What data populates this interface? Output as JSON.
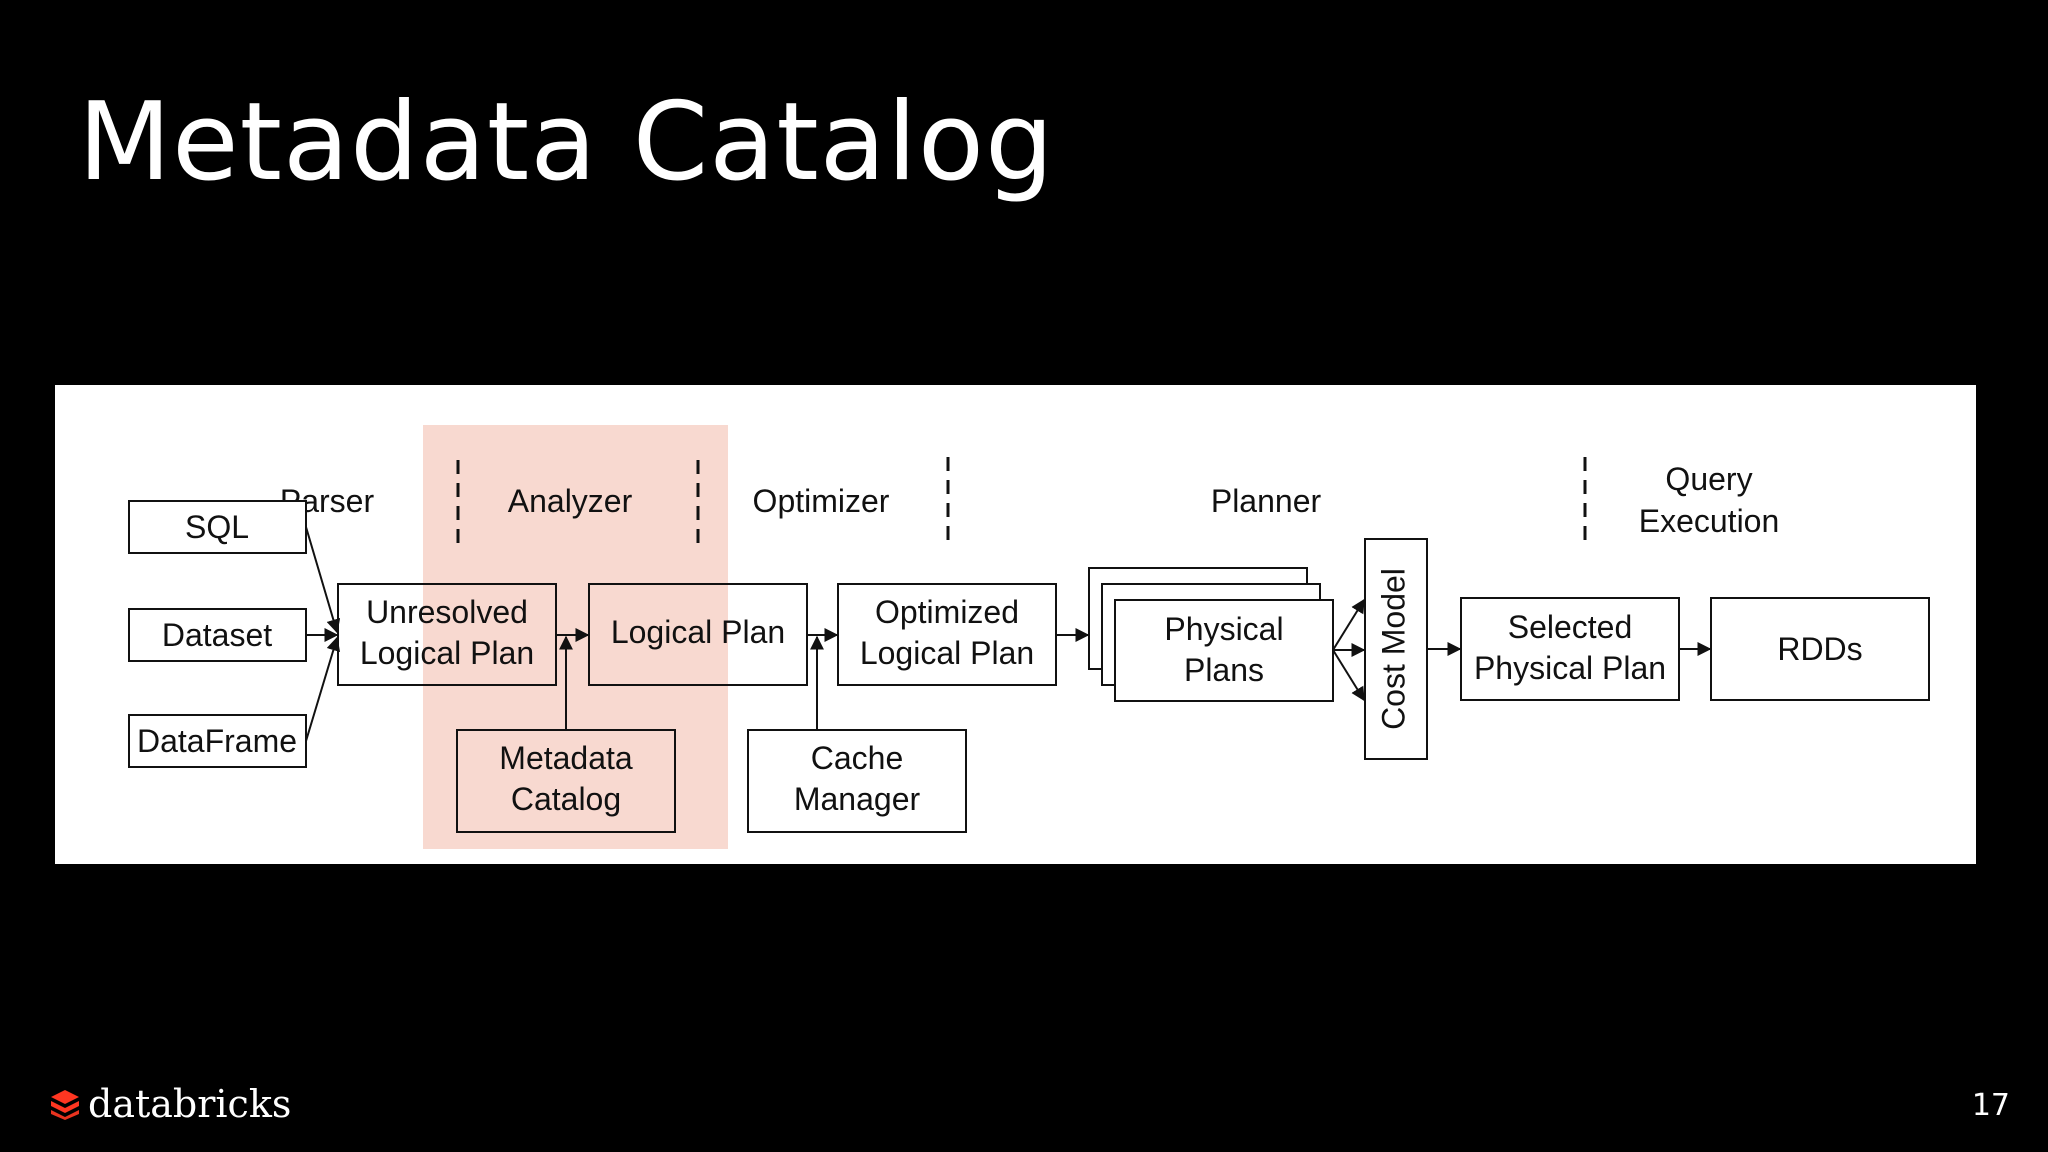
{
  "slide": {
    "title": "Metadata Catalog",
    "page_number": "17"
  },
  "brand": {
    "name": "databricks"
  },
  "diagram": {
    "inputs": [
      "SQL",
      "Dataset",
      "DataFrame"
    ],
    "phases": {
      "parser": "Parser",
      "analyzer": "Analyzer",
      "optimizer": "Optimizer",
      "planner": "Planner",
      "query_line1": "Query",
      "query_line2": "Execution"
    },
    "nodes": {
      "unresolved_line1": "Unresolved",
      "unresolved_line2": "Logical Plan",
      "logical_plan": "Logical Plan",
      "optimized_line1": "Optimized",
      "optimized_line2": "Logical Plan",
      "physical_line1": "Physical",
      "physical_line2": "Plans",
      "cost_model": "Cost Model",
      "selected_line1": "Selected",
      "selected_line2": "Physical Plan",
      "rdds": "RDDs",
      "metadata_line1": "Metadata",
      "metadata_line2": "Catalog",
      "cache_line1": "Cache",
      "cache_line2": "Manager"
    },
    "highlight_color": "#f8d9d0"
  }
}
